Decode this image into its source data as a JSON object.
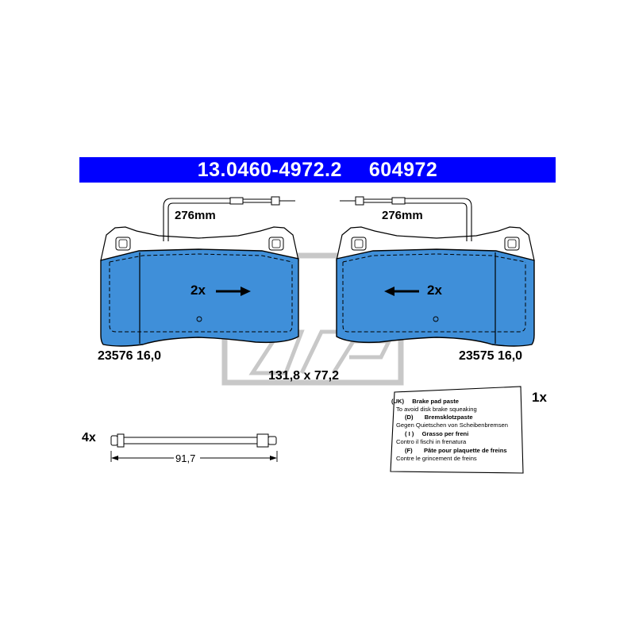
{
  "header": {
    "part_number": "13.0460-4972.2",
    "ref_number": "604972"
  },
  "colors": {
    "header_blue": "#0000ff",
    "pad_blue": "#3f8fd9"
  },
  "pads": {
    "left": {
      "wire_length": "276mm",
      "quantity_arrow": "2x",
      "code": "23576 16,0"
    },
    "right": {
      "wire_length": "276mm",
      "quantity_arrow": "2x",
      "code": "23575 16,0"
    }
  },
  "dimensions": "131,8 x 77,2",
  "pin": {
    "quantity": "4x",
    "length": "91,7"
  },
  "paste": {
    "quantity": "1x",
    "lines": [
      {
        "code": "(UK)",
        "text": "Brake pad paste",
        "bold": true
      },
      {
        "code": "",
        "text": "To avoid disk brake squeaking",
        "bold": false
      },
      {
        "code": "(D)",
        "text": "Bremsklotzpaste",
        "bold": true
      },
      {
        "code": "",
        "text": "Gegen Quietschen von Scheibenbremsen",
        "bold": false
      },
      {
        "code": "( I )",
        "text": "Grasso per freni",
        "bold": true
      },
      {
        "code": "",
        "text": "Contro il fischi in frenatura",
        "bold": false
      },
      {
        "code": "(F)",
        "text": "Pâte pour plaquette de freins",
        "bold": true
      },
      {
        "code": "",
        "text": "Contre le grincement de freins",
        "bold": false
      }
    ]
  },
  "watermark": "ATE"
}
